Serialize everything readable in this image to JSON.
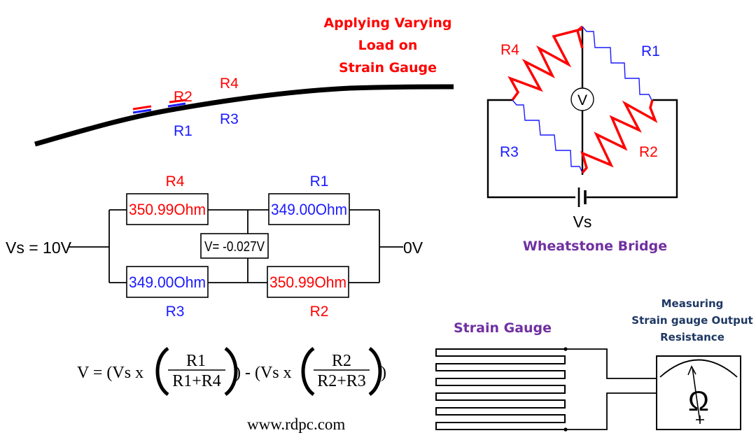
{
  "load_title": [
    "Applying Varying",
    "Load on",
    "Strain Gauge"
  ],
  "beam_labels": {
    "r1": "R1",
    "r2": "R2",
    "r3": "R3",
    "r4": "R4"
  },
  "bridge": {
    "labels": {
      "r1": "R1",
      "r2": "R2",
      "r3": "R3",
      "r4": "R4"
    },
    "meter_symbol": "V",
    "source_label": "Vs",
    "caption": "Wheatstone Bridge"
  },
  "circuit": {
    "source": "Vs = 10V",
    "ground": "0V",
    "voltage_readout": "V= -0.027V",
    "resistors": [
      {
        "name": "R4",
        "value": "350.99Ohm",
        "color": "#ff0000"
      },
      {
        "name": "R1",
        "value": "349.00Ohm",
        "color": "#1a1aff"
      },
      {
        "name": "R3",
        "value": "349.00Ohm",
        "color": "#1a1aff"
      },
      {
        "name": "R2",
        "value": "350.99Ohm",
        "color": "#ff0000"
      }
    ]
  },
  "formula": {
    "lhs": "V = (Vs x",
    "frac1_num": "R1",
    "frac1_den": "R1+R4",
    "mid": ") - (Vs x",
    "frac2_num": "R2",
    "frac2_den": "R2+R3",
    "end": ")"
  },
  "website": "www.rdpc.com",
  "strain_gauge": {
    "title": "Strain Gauge",
    "meter_title": [
      "Measuring",
      "Strain gauge Output",
      "Resistance"
    ],
    "meter_symbol": "Ω"
  },
  "colors": {
    "tensile": "#ff0000",
    "compressive": "#1a1aff",
    "caption": "#7030a0",
    "meter_caption": "#1f3864"
  }
}
